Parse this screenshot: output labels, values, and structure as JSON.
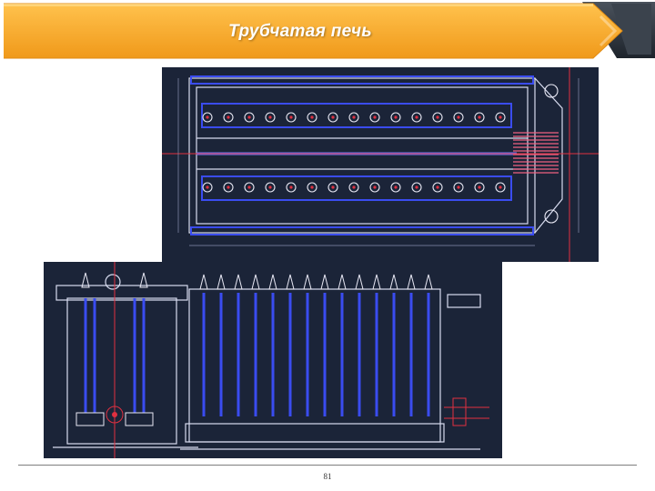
{
  "slide": {
    "title": "Трубчатая печь",
    "page_number": "81"
  },
  "colors": {
    "banner_orange": "#f5a623",
    "banner_dark": "#2d3540",
    "drawing_bg": "#1b2438"
  },
  "images": [
    {
      "name": "furnace-plan-view",
      "description_icon": "cad-drawing-icon"
    },
    {
      "name": "furnace-section-views",
      "description_icon": "cad-drawing-icon"
    }
  ]
}
